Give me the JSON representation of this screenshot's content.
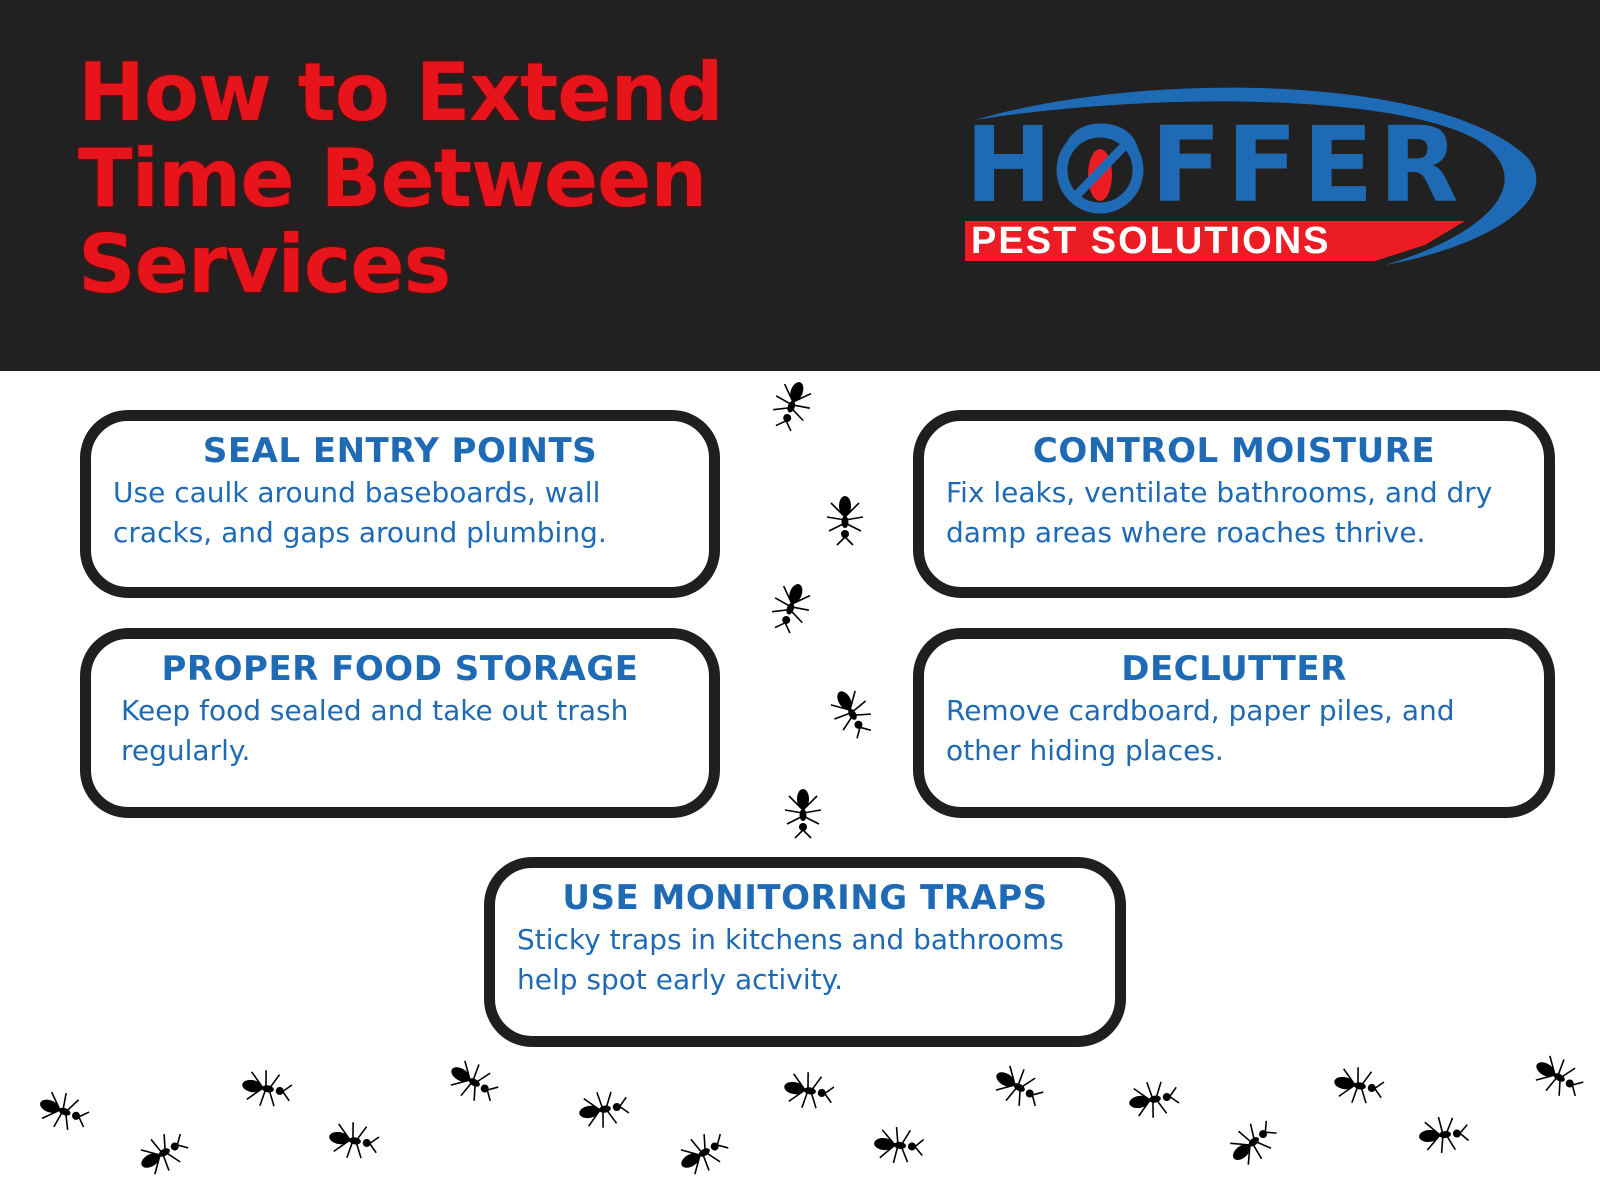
{
  "title_lines": [
    "How to Extend",
    "Time Between",
    "Services"
  ],
  "logo": {
    "name": "HOFFER",
    "tagline": "PEST SOLUTIONS"
  },
  "tips": [
    {
      "heading": "SEAL ENTRY POINTS",
      "text": "Use caulk around baseboards, wall cracks, and gaps around plumbing."
    },
    {
      "heading": "CONTROL MOISTURE",
      "text": "Fix leaks, ventilate bathrooms, and dry damp areas where roaches thrive."
    },
    {
      "heading": "PROPER FOOD STORAGE",
      "text": "Keep food sealed and take out trash regularly."
    },
    {
      "heading": "DECLUTTER",
      "text": "Remove cardboard, paper piles, and other hiding places."
    },
    {
      "heading": "USE MONITORING TRAPS",
      "text": "Sticky traps in kitchens and bathrooms help spot early activity."
    }
  ],
  "colors": {
    "header_bg": "#212121",
    "title_red": "#e8141c",
    "text_blue": "#1e6ab5",
    "logo_blue": "#1f6ab4",
    "logo_red": "#ec1c24"
  }
}
